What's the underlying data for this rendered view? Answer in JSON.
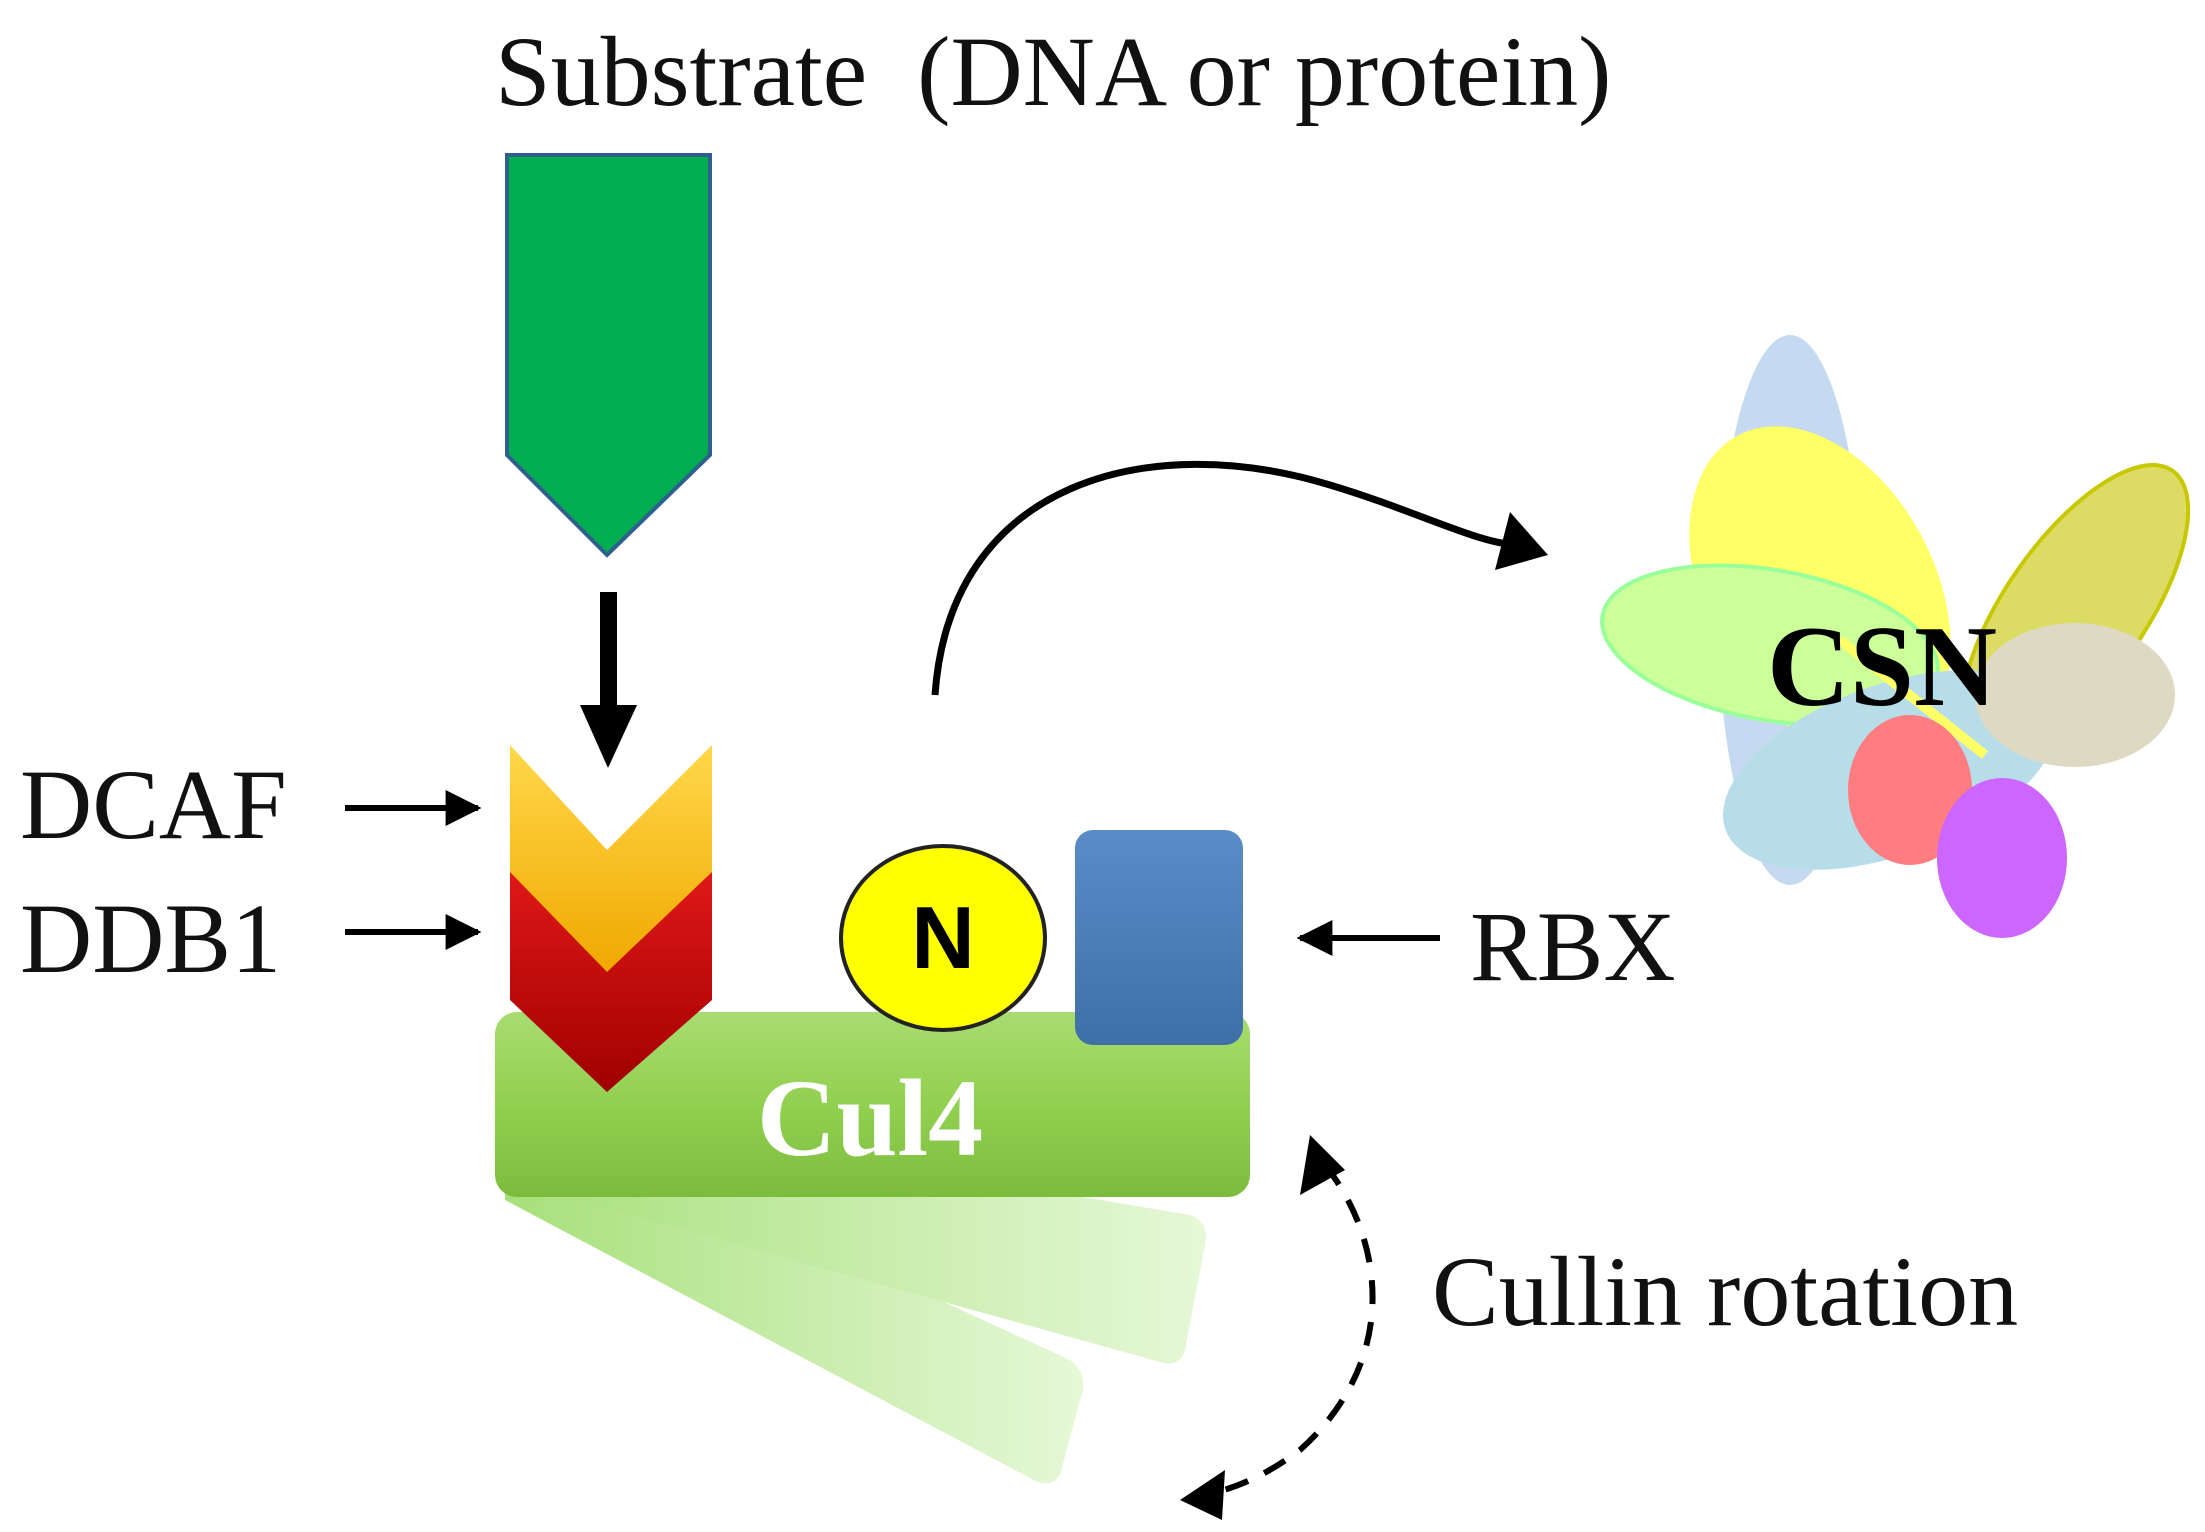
{
  "labels": {
    "substrate": "Substrate  (DNA or protein)",
    "dcaf": "DCAF",
    "ddb1": "DDB1",
    "rbx": "RBX",
    "cul4": "Cul4",
    "n_marker": "N",
    "csn": "CSN",
    "cullin_rotation": "Cullin rotation"
  },
  "colors": {
    "substrate": "#00ae4f",
    "substrate_outline": "#2e5f8f",
    "dcaf": "#ffc000",
    "ddb1": "#c00000",
    "cul4": "#92d050",
    "cul4_shadow": "#c8f0a8",
    "rbx": "#4f81bd",
    "n_marker": "#ffff00",
    "csn_petals": [
      "#ffff66",
      "#c5d9f1",
      "#dcdc64",
      "#ccff99",
      "#ddd9c3",
      "#b7dde8",
      "#ff7c80",
      "#cc66ff"
    ]
  }
}
